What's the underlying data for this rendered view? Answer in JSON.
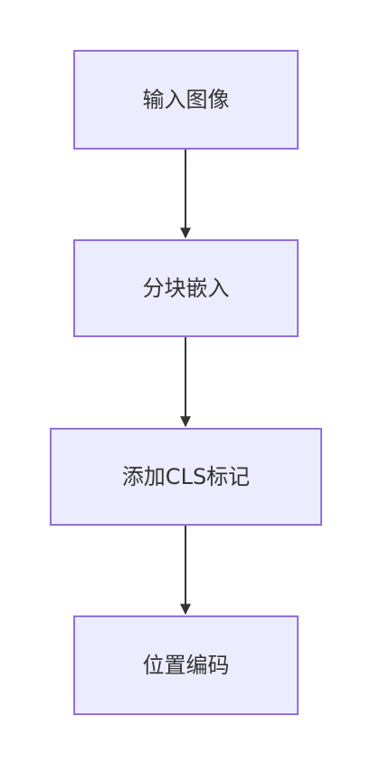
{
  "diagram": {
    "nodes": [
      {
        "id": "n1",
        "label": "输入图像"
      },
      {
        "id": "n2",
        "label": "分块嵌入"
      },
      {
        "id": "n3",
        "label": "添加CLS标记"
      },
      {
        "id": "n4",
        "label": "位置编码"
      }
    ],
    "edges": [
      {
        "from": "n1",
        "to": "n2"
      },
      {
        "from": "n2",
        "to": "n3"
      },
      {
        "from": "n3",
        "to": "n4"
      }
    ],
    "colors": {
      "node_fill": "#ECECFF",
      "node_border": "#9370DB",
      "text": "#333333",
      "edge": "#333333"
    }
  }
}
